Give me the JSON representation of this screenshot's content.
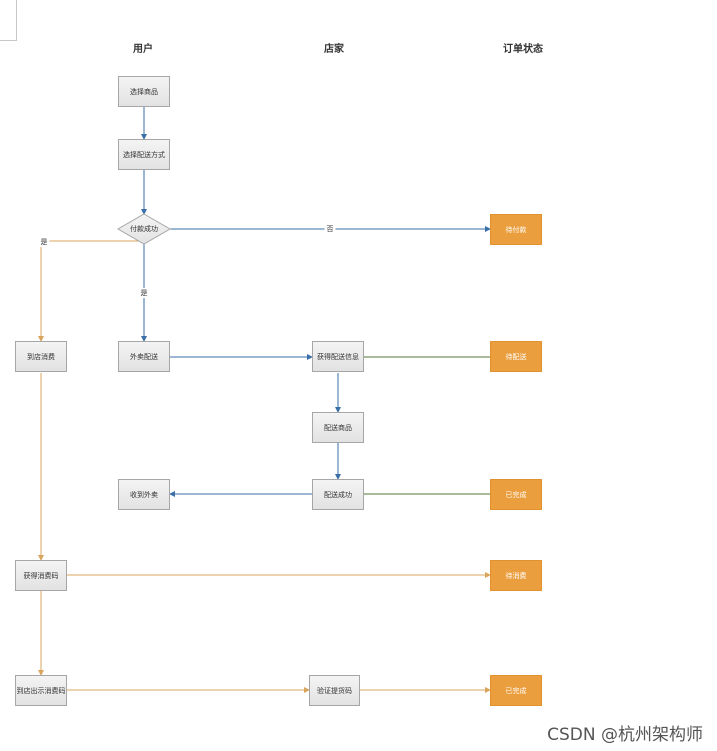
{
  "columns": {
    "user": "用户",
    "shop": "店家",
    "status": "订单状态"
  },
  "nodes": {
    "select_goods": "选择商品",
    "select_delivery_method": "选择配送方式",
    "payment_success": "付款成功",
    "pending_payment": "待付款",
    "in_store_consume": "到店消费",
    "takeout_delivery": "外卖配送",
    "get_delivery_info": "获得配送信息",
    "pending_delivery": "待配送",
    "deliver_goods": "配送商品",
    "delivery_success": "配送成功",
    "receive_takeout": "收到外卖",
    "completed_1": "已完成",
    "get_consume_code": "获得消费码",
    "pending_consume": "待消费",
    "show_consume_code": "到店出示消费码",
    "verify_pickup_code": "验证提货码",
    "completed_2": "已完成"
  },
  "edge_labels": {
    "no": "否",
    "yes_left": "是",
    "yes_down": "是"
  },
  "colors": {
    "blue_flow": "#3a6fa8",
    "orange_flow": "#d9a55c",
    "green_flow": "#4e7a34",
    "status_fill": "#eb9e3e"
  },
  "watermark": "CSDN @杭州架构师"
}
